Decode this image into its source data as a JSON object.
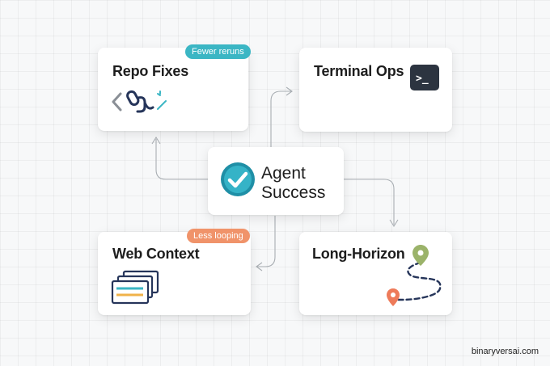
{
  "center": {
    "line1": "Agent",
    "line2": "Success",
    "icon": "check-icon"
  },
  "cards": {
    "repo_fixes": {
      "title": "Repo Fixes",
      "badge": "Fewer reruns",
      "icon": "code-chain-icon"
    },
    "terminal_ops": {
      "title": "Terminal Ops",
      "icon": "terminal-icon",
      "terminal_glyph": ">_"
    },
    "web_context": {
      "title": "Web Context",
      "badge": "Less looping",
      "icon": "browser-windows-icon"
    },
    "long_horizon": {
      "title": "Long-Horizon",
      "icon": "route-path-icon"
    }
  },
  "colors": {
    "teal_badge": "#3bb6c4",
    "orange_badge": "#f0936a",
    "check_teal": "#1f8fa6",
    "terminal_bg": "#2c3440",
    "pin_green": "#9bb36a",
    "pin_orange": "#ee7b5a",
    "path_navy": "#26355a"
  },
  "watermark": "binaryversai.com"
}
